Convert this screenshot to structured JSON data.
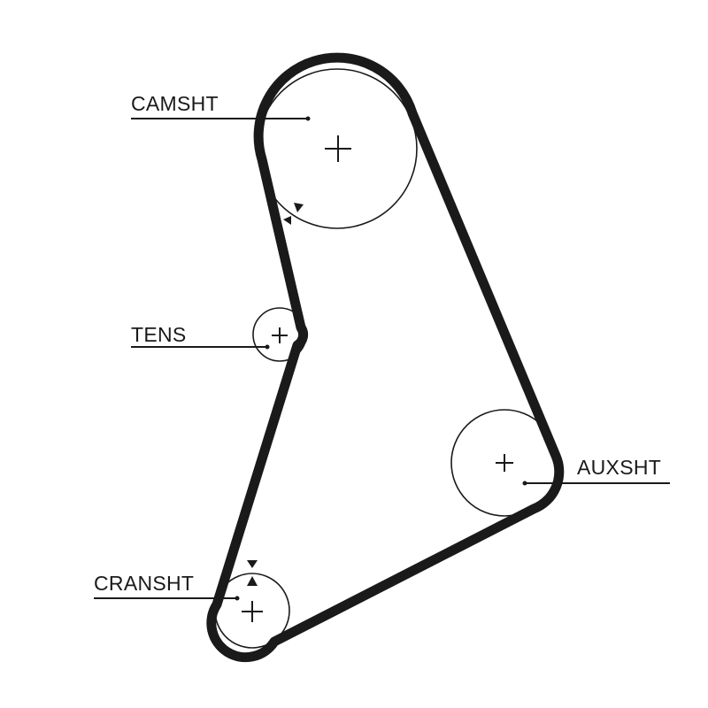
{
  "labels": {
    "camshaft": "CAMSHT",
    "tensioner": "TENS",
    "auxshaft": "AUXSHT",
    "crankshaft": "CRANSHT"
  },
  "colors": {
    "belt": "#1a1a1a",
    "line": "#1a1a1a",
    "background": "#ffffff"
  }
}
